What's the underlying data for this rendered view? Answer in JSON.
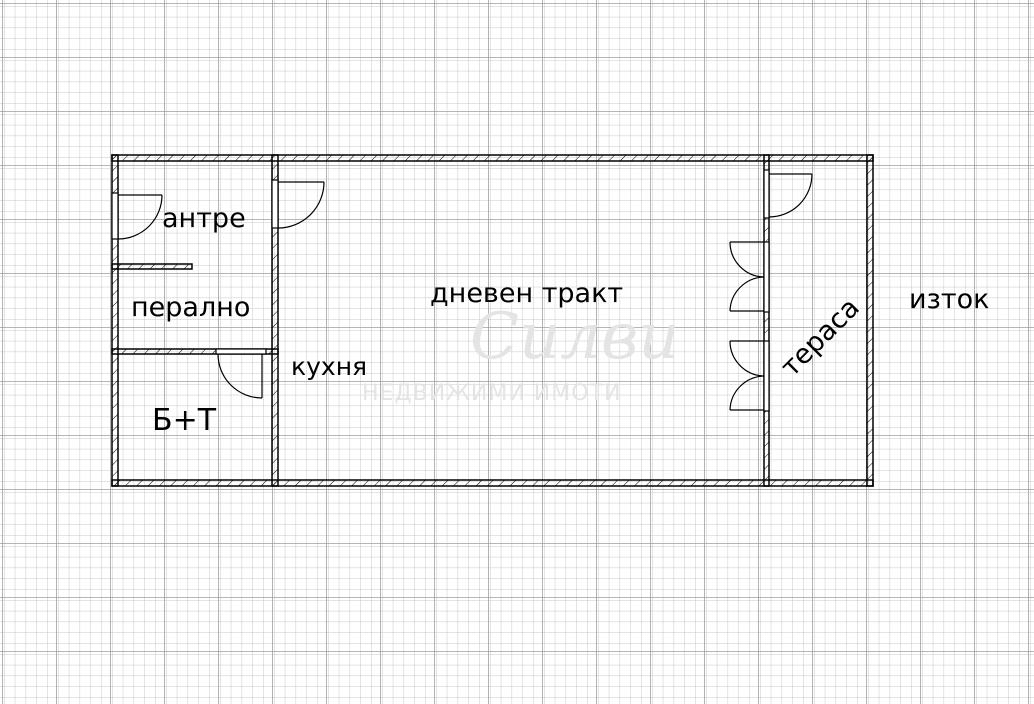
{
  "plan": {
    "type": "floor-plan",
    "background": "grid-paper",
    "colors": {
      "background": "#ffffff",
      "grid_minor": "#c8c8c8",
      "grid_major": "#9e9e9e",
      "wall": "#000000",
      "watermark": "#e4e4e4"
    },
    "rooms": {
      "entrance": "антре",
      "laundry": "перално",
      "bathroom": "Б+Т",
      "kitchen": "кухня",
      "living": "дневен тракт",
      "terrace": "тераса"
    },
    "orientation_label": "изток",
    "watermark": {
      "script": "Силви",
      "subtitle": "НЕДВИЖИМИ ИМОТИ"
    }
  }
}
